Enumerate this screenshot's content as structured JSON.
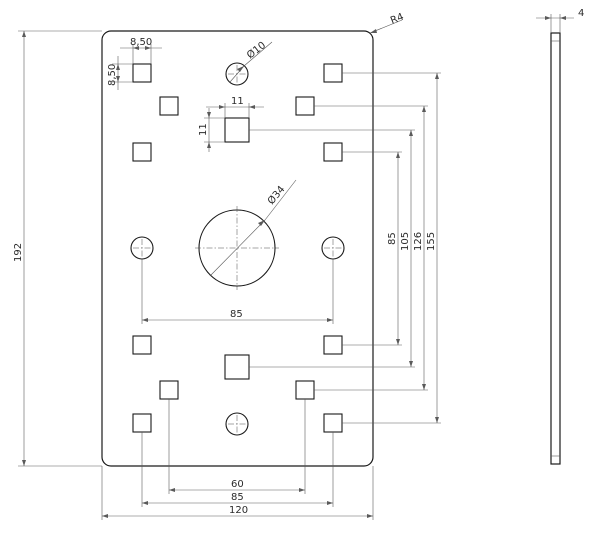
{
  "dimensions": {
    "square_width": "8,50",
    "square_height": "8,50",
    "top_hole_diameter": "Ø10",
    "center_square_width": "11",
    "center_square_height": "11",
    "large_hole_diameter": "Ø34",
    "corner_radius": "R4",
    "thickness": "4",
    "plate_height": "192",
    "hole_spacing_horizontal": "85",
    "vertical_85": "85",
    "vertical_105": "105",
    "vertical_126": "126",
    "vertical_155": "155",
    "bottom_60": "60",
    "bottom_85": "85",
    "plate_width": "120"
  }
}
